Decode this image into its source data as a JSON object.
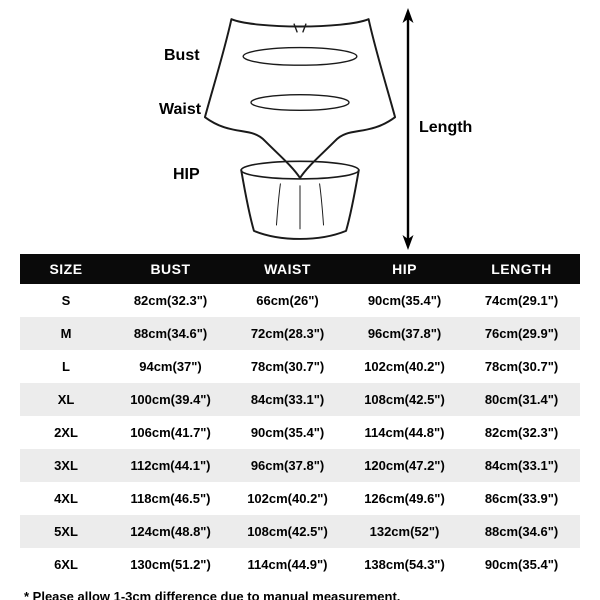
{
  "diagram": {
    "bust_label": "Bust",
    "waist_label": "Waist",
    "hip_label": "HIP",
    "length_label": "Length"
  },
  "chart_data": {
    "type": "table",
    "columns": [
      "SIZE",
      "BUST",
      "WAIST",
      "HIP",
      "LENGTH"
    ],
    "rows": [
      [
        "S",
        "82cm(32.3\")",
        "66cm(26\")",
        "90cm(35.4\")",
        "74cm(29.1\")"
      ],
      [
        "M",
        "88cm(34.6\")",
        "72cm(28.3\")",
        "96cm(37.8\")",
        "76cm(29.9\")"
      ],
      [
        "L",
        "94cm(37\")",
        "78cm(30.7\")",
        "102cm(40.2\")",
        "78cm(30.7\")"
      ],
      [
        "XL",
        "100cm(39.4\")",
        "84cm(33.1\")",
        "108cm(42.5\")",
        "80cm(31.4\")"
      ],
      [
        "2XL",
        "106cm(41.7\")",
        "90cm(35.4\")",
        "114cm(44.8\")",
        "82cm(32.3\")"
      ],
      [
        "3XL",
        "112cm(44.1\")",
        "96cm(37.8\")",
        "120cm(47.2\")",
        "84cm(33.1\")"
      ],
      [
        "4XL",
        "118cm(46.5\")",
        "102cm(40.2\")",
        "126cm(49.6\")",
        "86cm(33.9\")"
      ],
      [
        "5XL",
        "124cm(48.8\")",
        "108cm(42.5\")",
        "132cm(52\")",
        "88cm(34.6\")"
      ],
      [
        "6XL",
        "130cm(51.2\")",
        "114cm(44.9\")",
        "138cm(54.3\")",
        "90cm(35.4\")"
      ]
    ]
  },
  "footnote": "* Please allow 1-3cm difference due to manual measurement.",
  "colors": {
    "header_bg": "#0a0a0a",
    "header_text": "#ffffff",
    "row_alt_bg": "#ececec",
    "line": "#1a1a1a"
  }
}
